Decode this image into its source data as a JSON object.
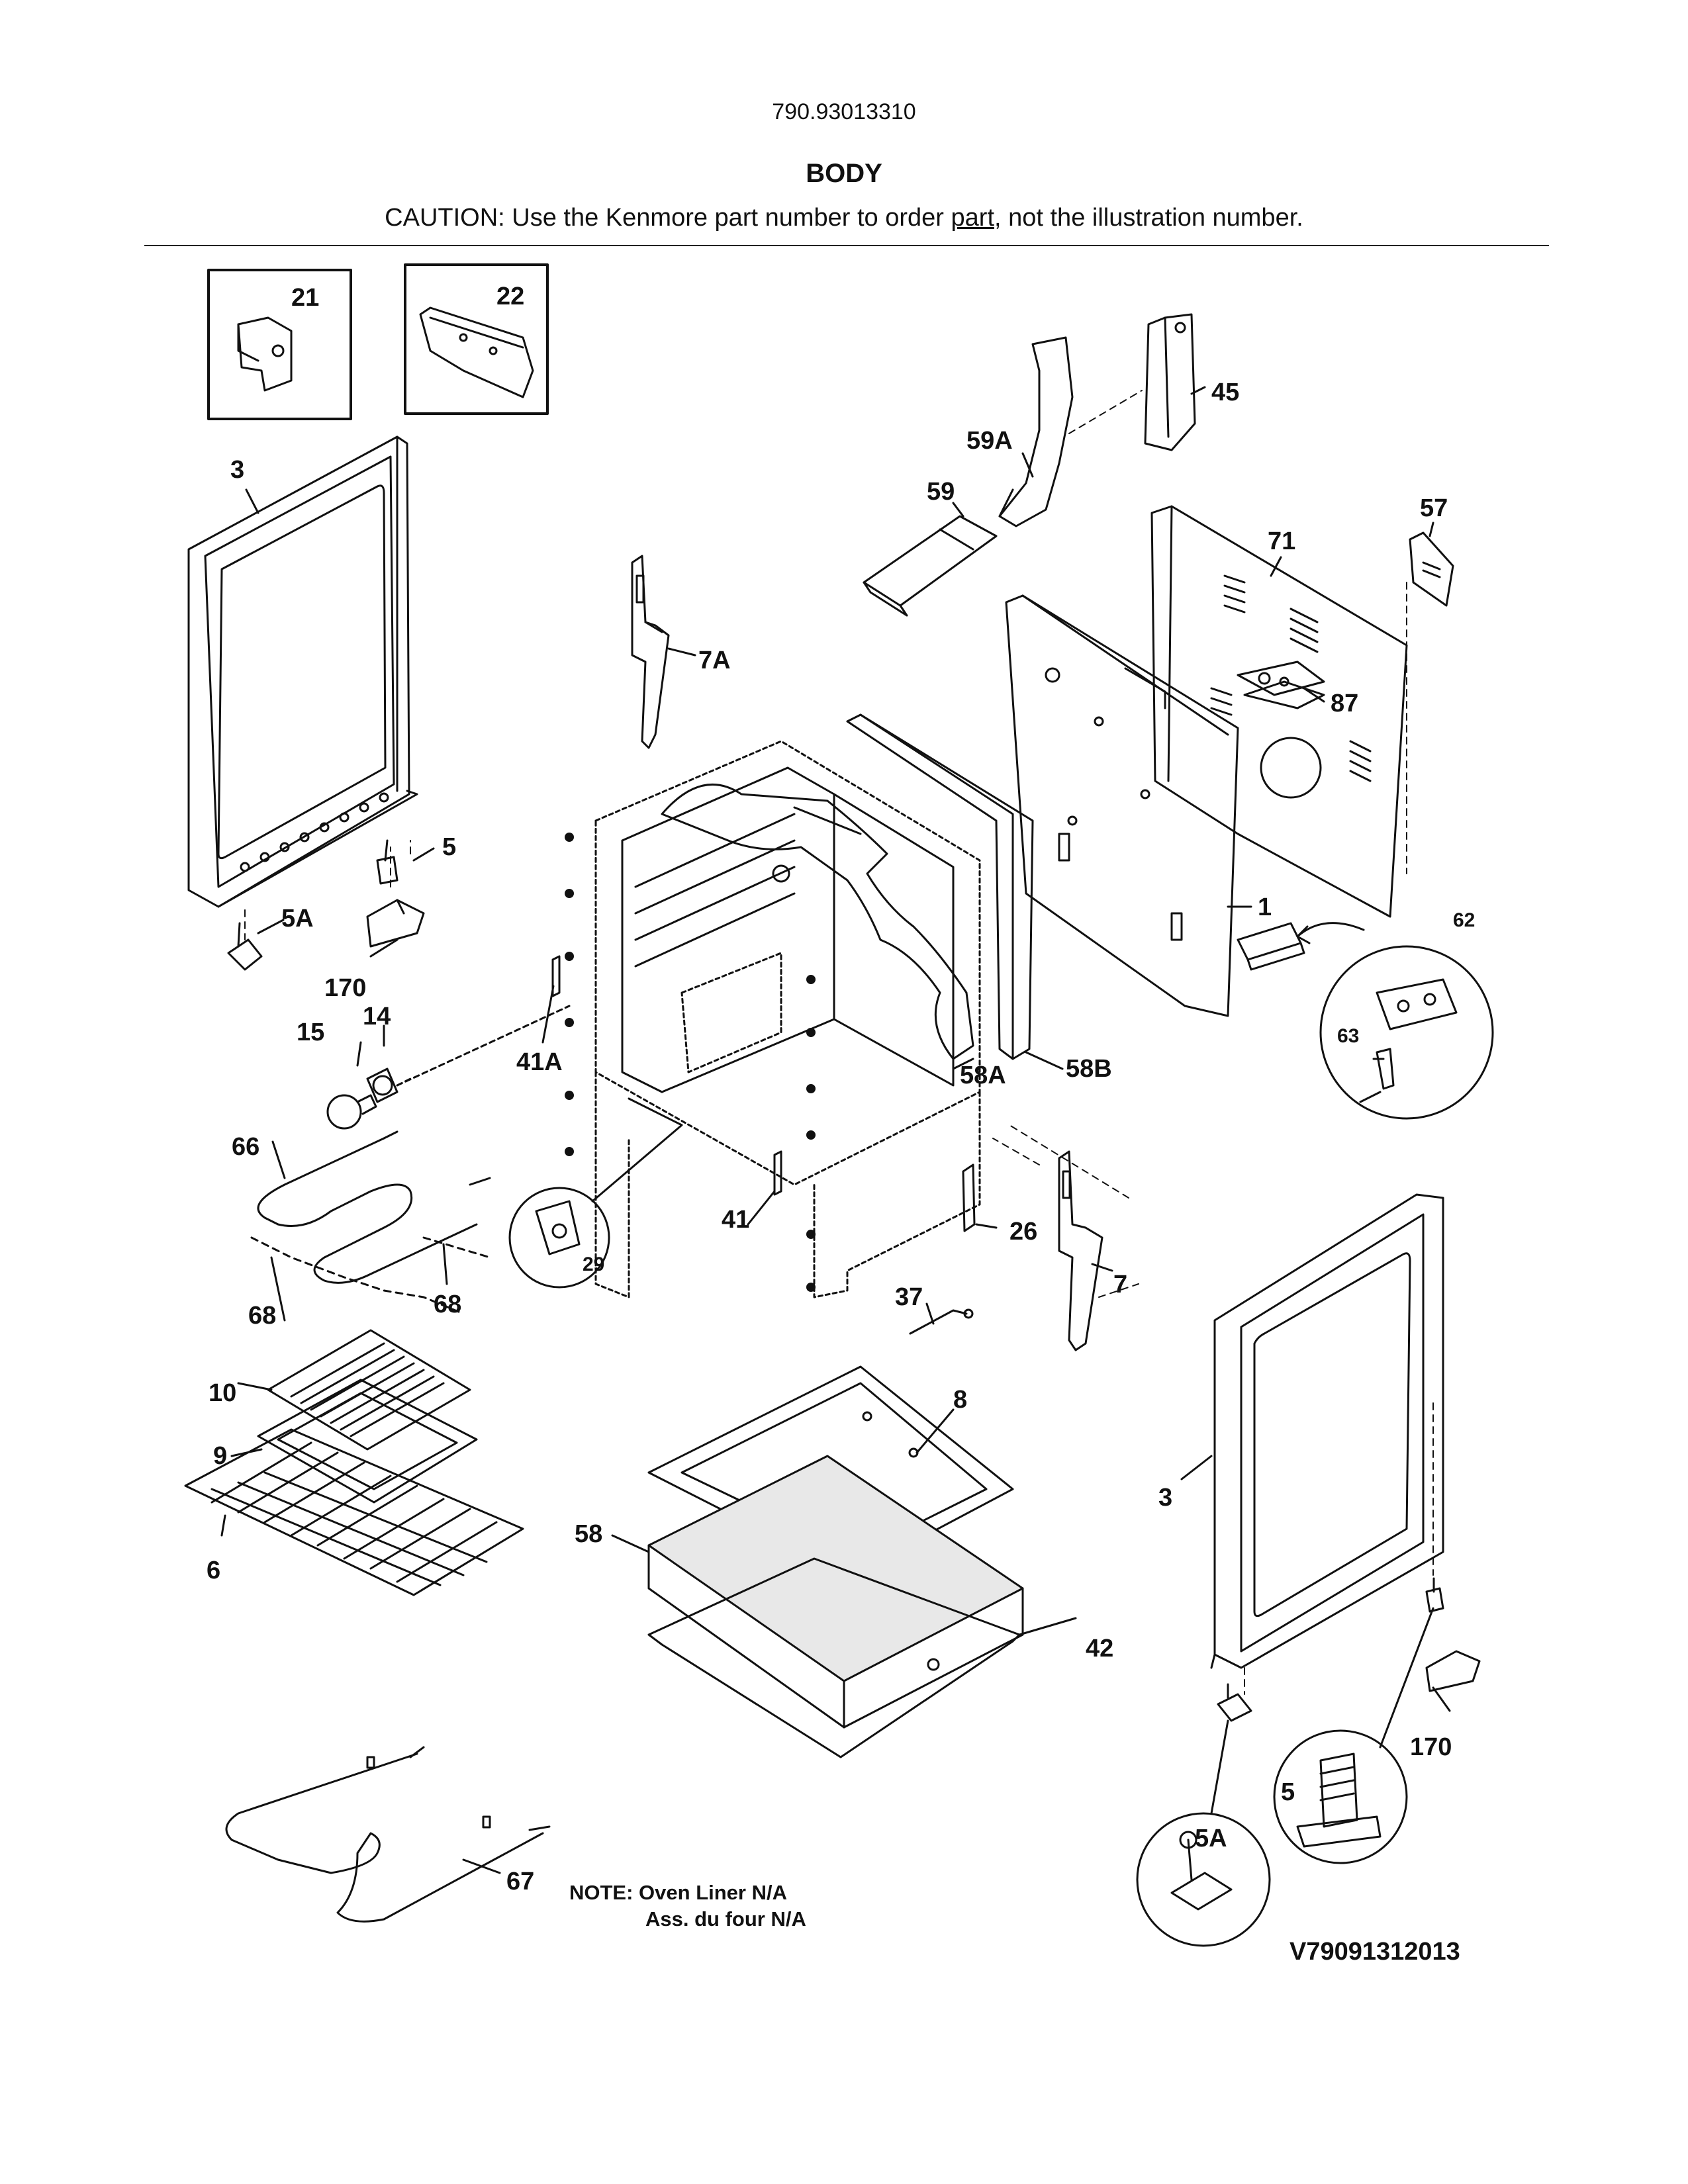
{
  "header": {
    "model_number": "790.93013310",
    "section_title": "BODY",
    "caution_before": "CAUTION: Use the Kenmore part number to order ",
    "caution_link": "part",
    "caution_after": ", not the illustration number."
  },
  "callouts": {
    "c21": "21",
    "c22": "22",
    "c3a": "3",
    "c45": "45",
    "c59a": "59A",
    "c59": "59",
    "c57": "57",
    "c71": "71",
    "c87": "87",
    "c7a": "7A",
    "c5a": "5",
    "c5aa": "5A",
    "c170a": "170",
    "c14": "14",
    "c15": "15",
    "c1": "1",
    "c62": "62",
    "c63": "63",
    "c41a": "41A",
    "c58a": "58A",
    "c58b": "58B",
    "c66": "66",
    "c68a": "68",
    "c68b": "68",
    "c29": "29",
    "c41": "41",
    "c26": "26",
    "c7": "7",
    "c37": "37",
    "c10": "10",
    "c9": "9",
    "c6": "6",
    "c8": "8",
    "c58": "58",
    "c42": "42",
    "c3b": "3",
    "c170b": "170",
    "c5b": "5",
    "c5ab": "5A",
    "c67": "67"
  },
  "note": {
    "line1": "NOTE: Oven Liner N/A",
    "line2": "Ass. du four N/A"
  },
  "diagram_id": "V79091312013"
}
